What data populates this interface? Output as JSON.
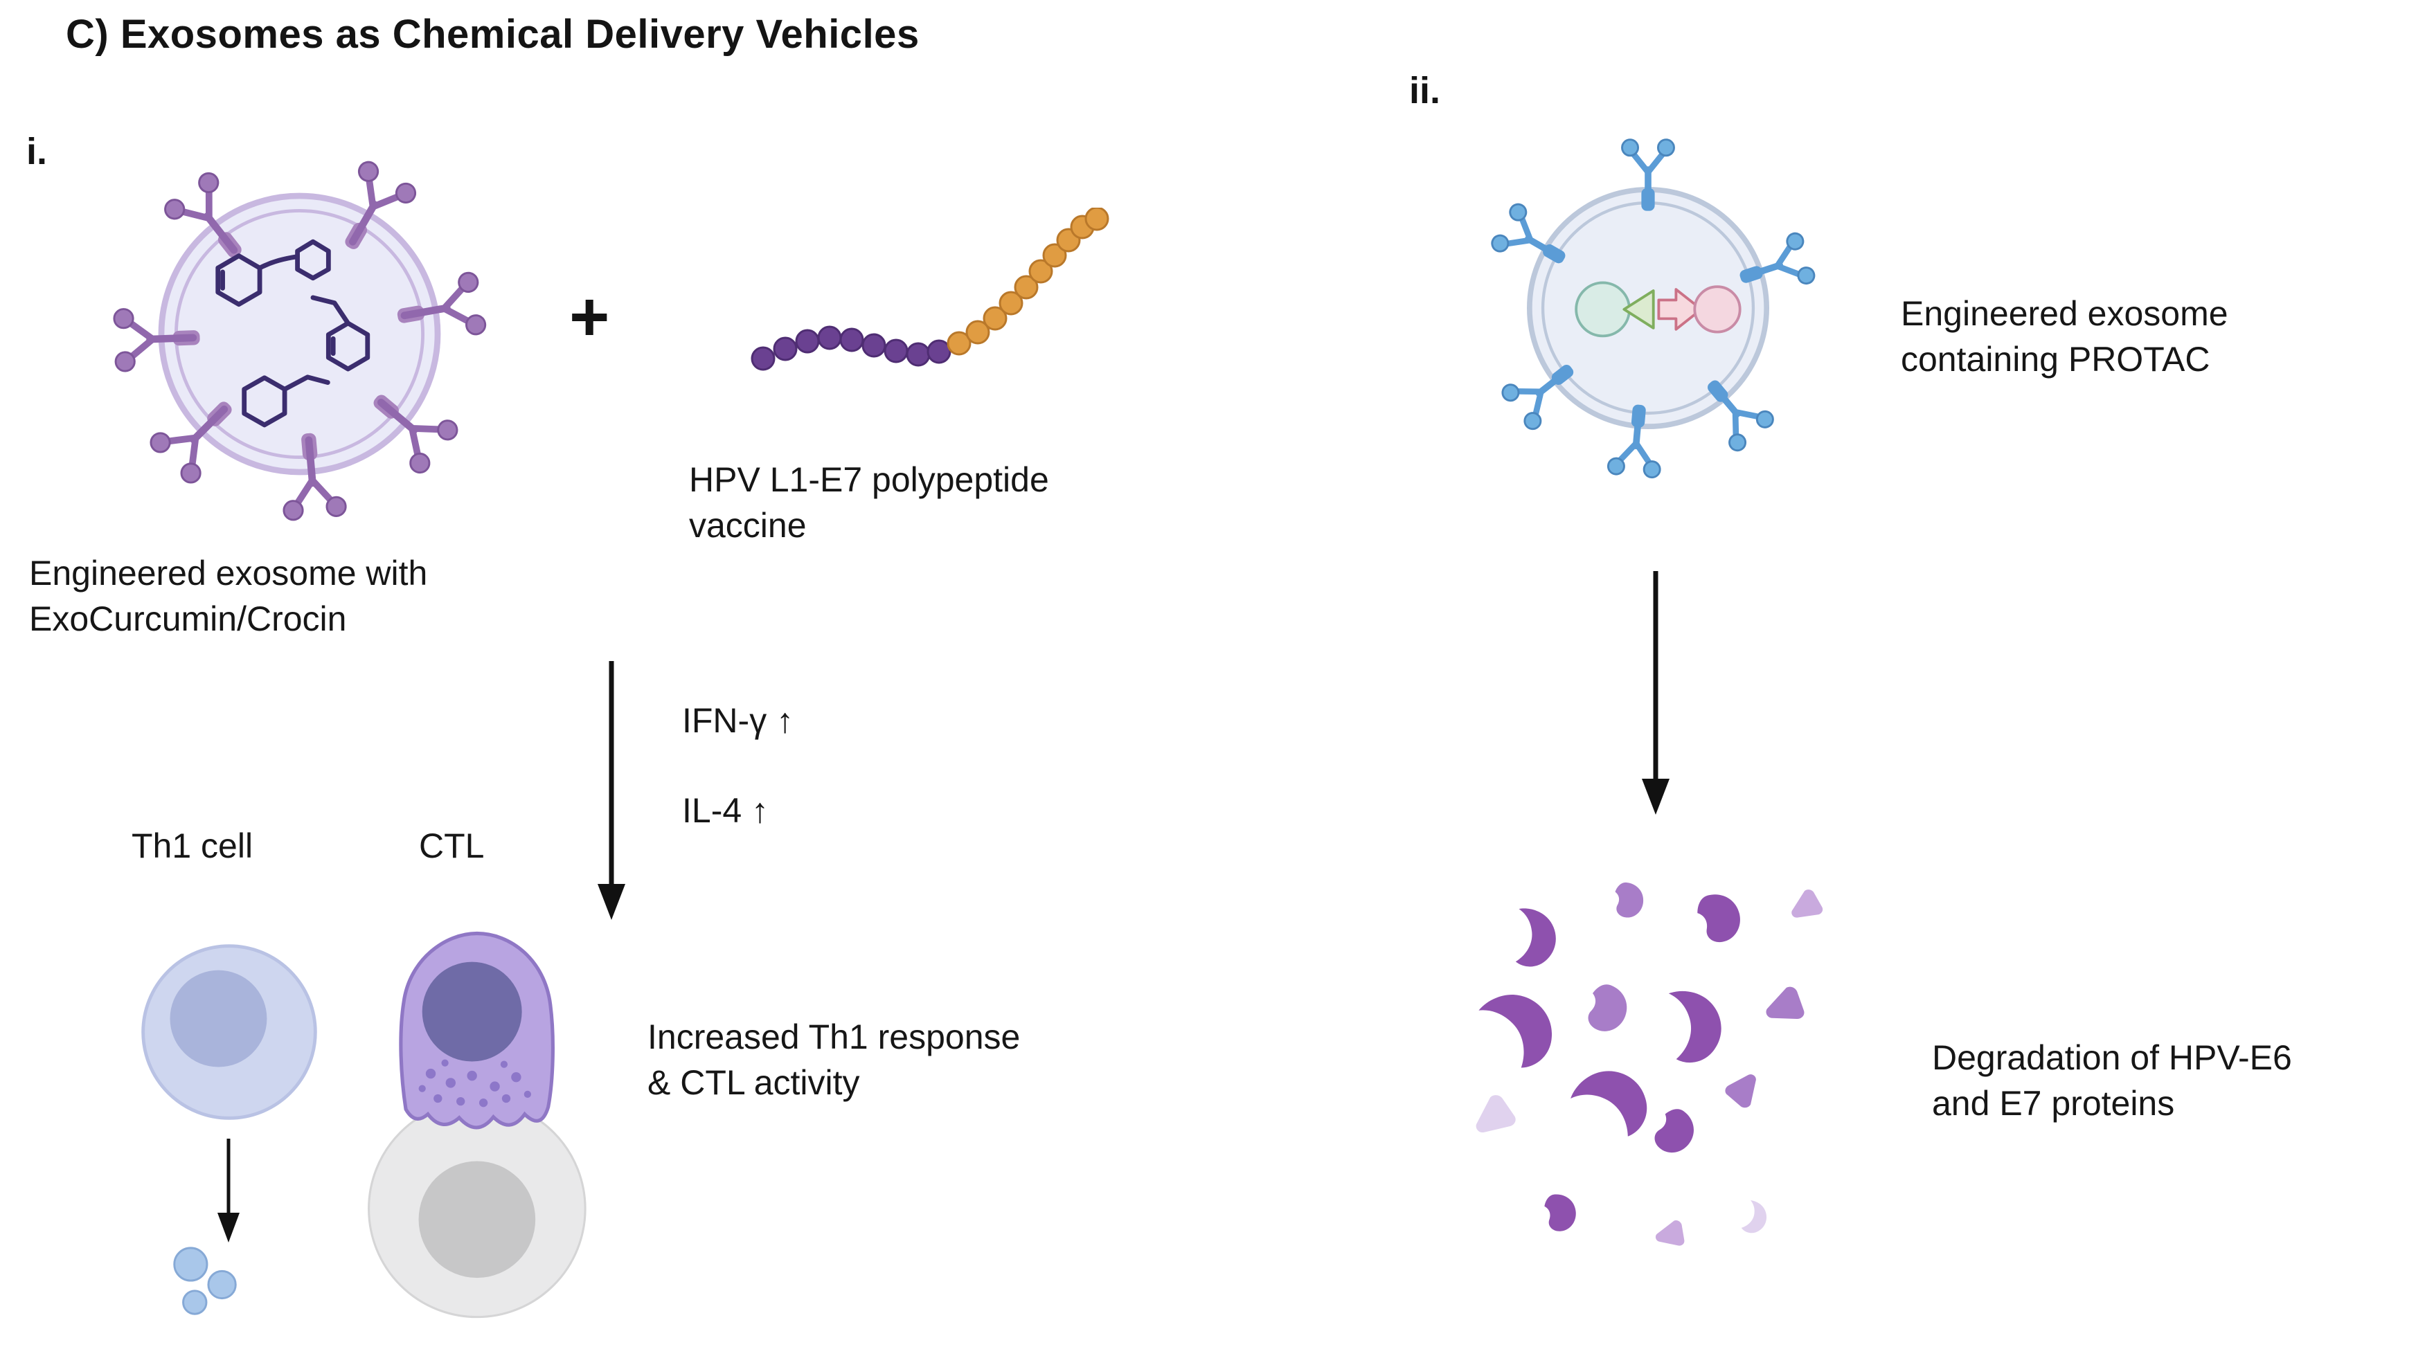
{
  "title": "C) Exosomes as Chemical Delivery Vehicles",
  "panel_i": {
    "label": "i.",
    "plus_sign": "+",
    "vaccine_caption": "HPV L1-E7 polypeptide\nvaccine",
    "exosome_caption": "Engineered exosome with\nExoCurcumin/Crocin",
    "cytokine_1": "IFN-γ ↑",
    "cytokine_2": "IL-4 ↑",
    "th1_label": "Th1 cell",
    "ctl_label": "CTL",
    "outcome": "Increased Th1 response\n& CTL activity"
  },
  "panel_ii": {
    "label": "ii.",
    "exosome_caption": "Engineered exosome\ncontaining PROTAC",
    "outcome": "Degradation of HPV-E6\nand E7 proteins"
  },
  "palette": {
    "exosome_i_membrane": "#c8b8e0",
    "exosome_i_fill": "#eaeaf8",
    "receptor_purple": "#9168ad",
    "molecule_indigo": "#3b2d6e",
    "bead_purple": "#6a4191",
    "bead_orange": "#e09c42",
    "exosome_ii_membrane": "#bcc8db",
    "receptor_blue": "#5b9cd6",
    "protac_teal": "#d9ece6",
    "protac_green": "#dcebd0",
    "protac_pink": "#f7d9de",
    "th1_fill": "#ced6ef",
    "ctl_fill": "#b8a4e1",
    "target_cell_gray": "#e9e9ea",
    "fragment_dark": "#8e51ae",
    "fragment_medium": "#a87dc8",
    "fragment_light": "#c9aade",
    "fragment_xlight": "#e0d2ee",
    "arrow_black": "#111111"
  }
}
